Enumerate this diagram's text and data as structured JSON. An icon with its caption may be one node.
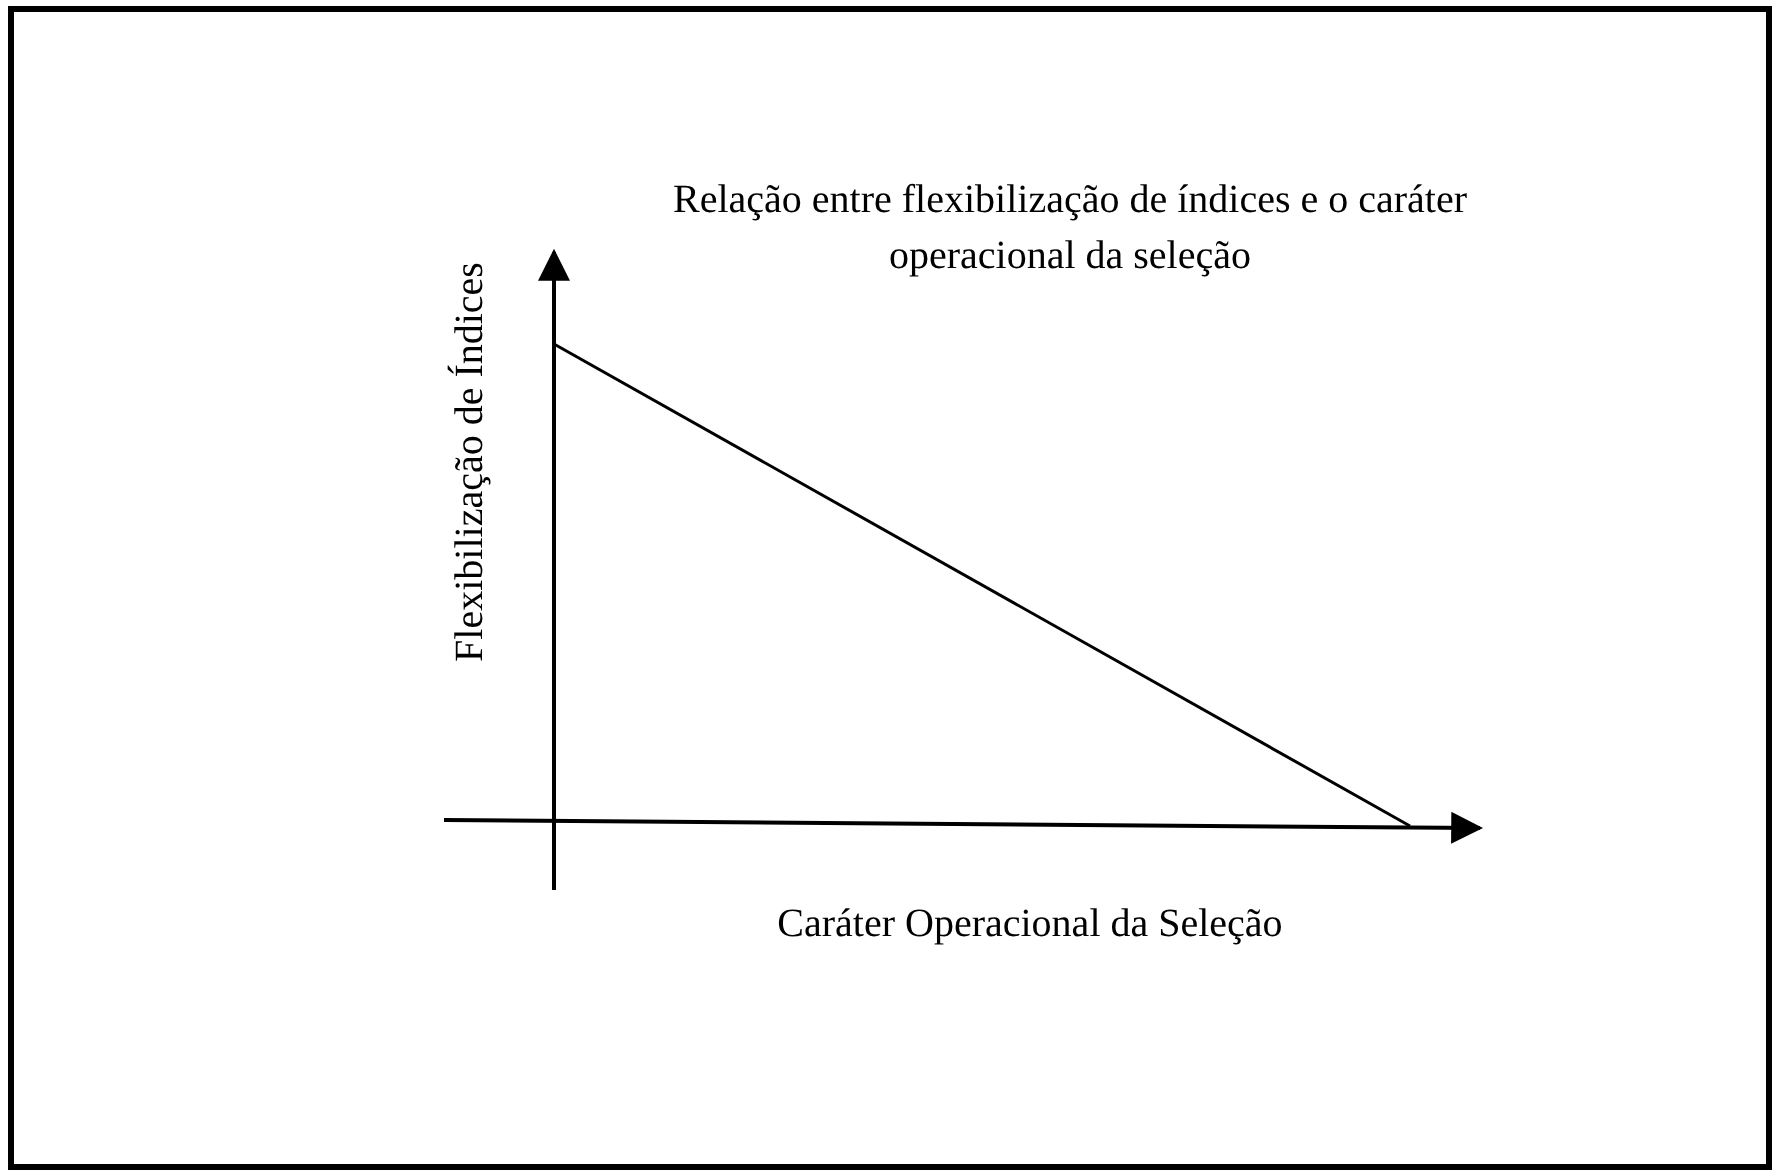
{
  "diagram": {
    "title": "Relação entre flexibilização de índices e o caráter operacional da seleção",
    "labels": [
      "Flexibilização de Índices",
      "Caráter Operacional da Seleção"
    ]
  }
}
